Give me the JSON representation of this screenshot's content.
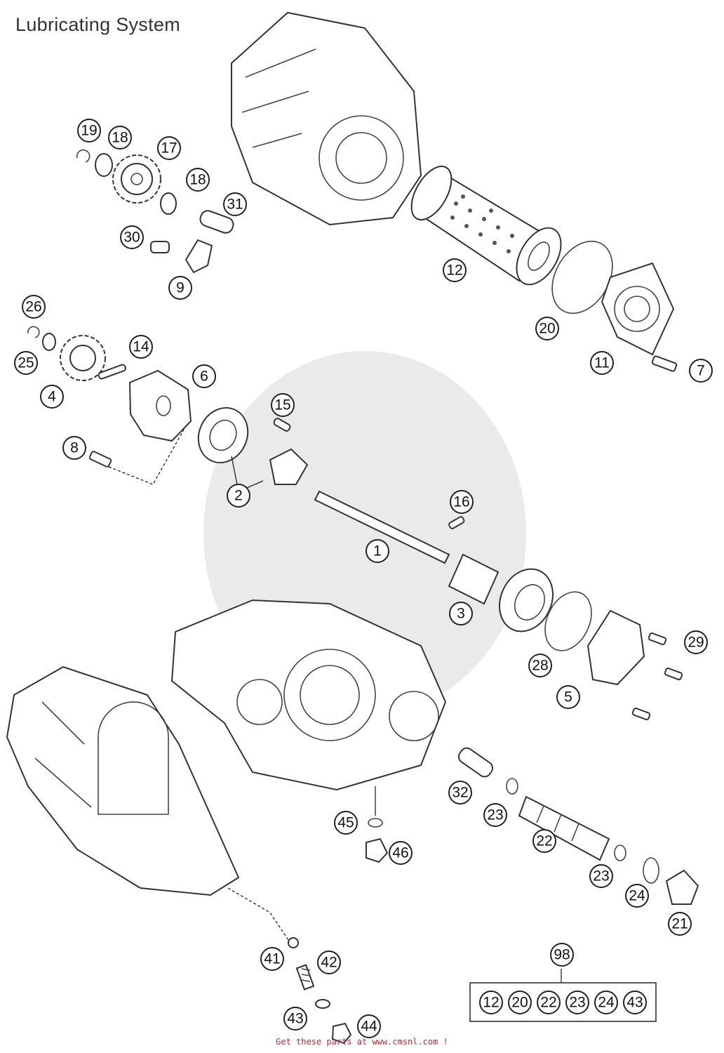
{
  "page": {
    "title": "Lubricating System",
    "footer": "Get these parts at www.cmsnl.com !"
  },
  "callouts": [
    {
      "label": "19"
    },
    {
      "label": "18"
    },
    {
      "label": "17"
    },
    {
      "label": "18"
    },
    {
      "label": "31"
    },
    {
      "label": "30"
    },
    {
      "label": "9"
    },
    {
      "label": "12"
    },
    {
      "label": "20"
    },
    {
      "label": "11"
    },
    {
      "label": "7"
    },
    {
      "label": "26"
    },
    {
      "label": "14"
    },
    {
      "label": "25"
    },
    {
      "label": "6"
    },
    {
      "label": "4"
    },
    {
      "label": "15"
    },
    {
      "label": "8"
    },
    {
      "label": "2"
    },
    {
      "label": "16"
    },
    {
      "label": "1"
    },
    {
      "label": "3"
    },
    {
      "label": "29"
    },
    {
      "label": "28"
    },
    {
      "label": "5"
    },
    {
      "label": "32"
    },
    {
      "label": "23"
    },
    {
      "label": "45"
    },
    {
      "label": "22"
    },
    {
      "label": "46"
    },
    {
      "label": "23"
    },
    {
      "label": "24"
    },
    {
      "label": "21"
    },
    {
      "label": "41"
    },
    {
      "label": "42"
    },
    {
      "label": "43"
    },
    {
      "label": "44"
    },
    {
      "label": "98"
    }
  ],
  "kit": {
    "label": "98",
    "items": [
      "12",
      "20",
      "22",
      "23",
      "24",
      "43"
    ]
  }
}
